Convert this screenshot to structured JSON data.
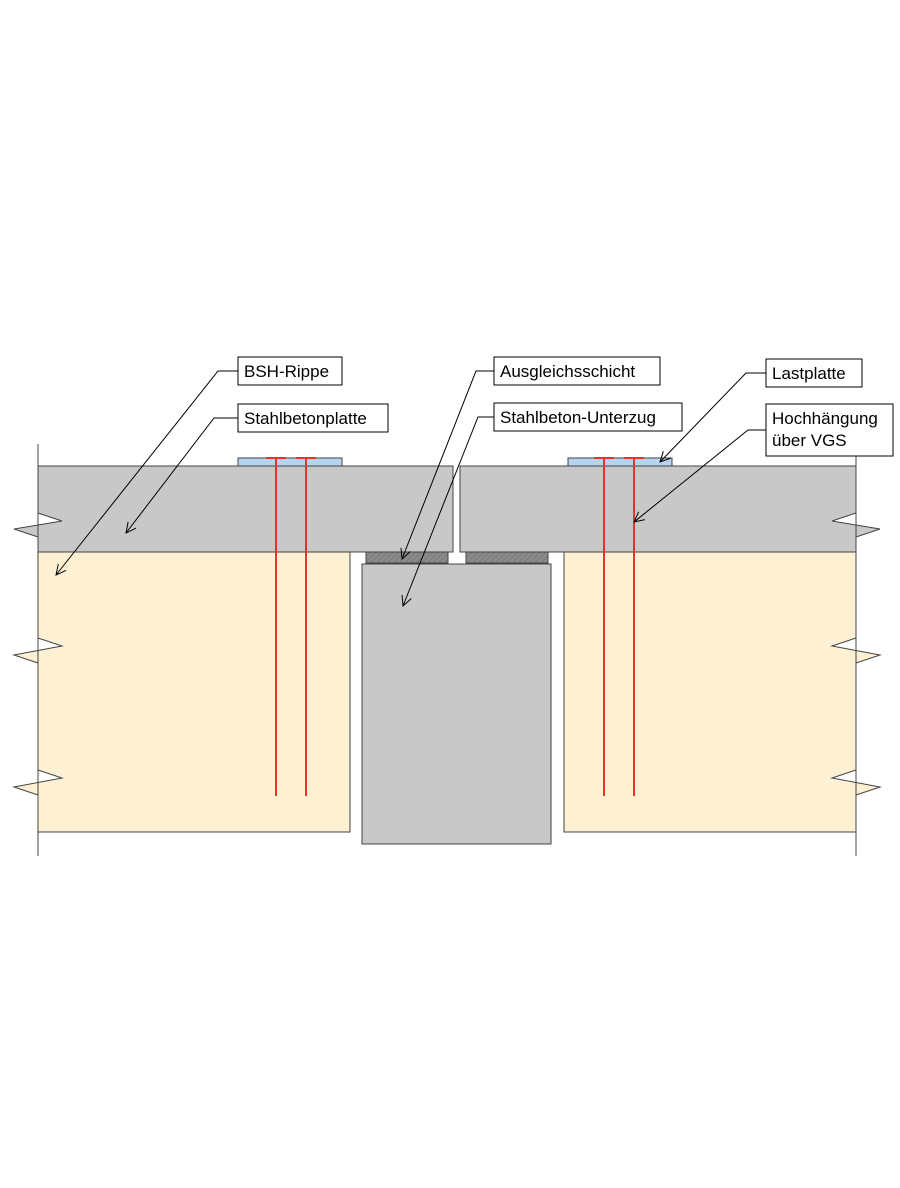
{
  "labels": {
    "bsh_rippe": "BSH-Rippe",
    "stahlbetonplatte": "Stahlbetonplatte",
    "ausgleichsschicht": "Ausgleichsschicht",
    "stahlbeton_unterzug": "Stahlbeton-Unterzug",
    "lastplatte": "Lastplatte",
    "hochhaengung_line1": "Hochhängung",
    "hochhaengung_line2": "über VGS"
  },
  "colors": {
    "timber": "#fef0d2",
    "concrete": "#c8c8c8",
    "leveling_layer": "#8a8a8a",
    "load_plate": "#b8d2f2",
    "screw": "#e8322a",
    "outline": "#444444"
  }
}
